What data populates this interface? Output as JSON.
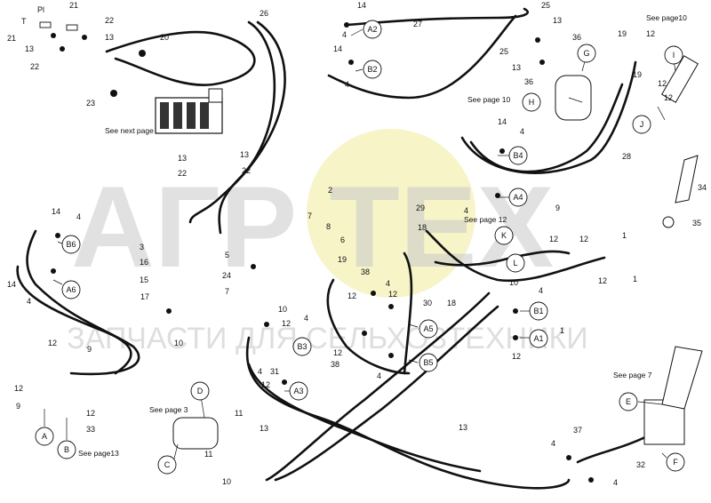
{
  "watermark": {
    "main": "АГР  ТЕХ",
    "sub": "ЗАПЧАСТИ ДЛЯ СЕЛЬХОЗТЕХНИКИ",
    "gear_color": "#f4f0b0"
  },
  "notes": {
    "page10_top": "See page10",
    "page10_mid": "See page 10",
    "next_page": "See next page",
    "page12": "See page 12",
    "page3": "See page 3",
    "page7": "See page 7",
    "page13": "See page13"
  },
  "ports": {
    "T": "T",
    "P": "Pl"
  },
  "circles": [
    "A2",
    "B2",
    "G",
    "H",
    "I",
    "J",
    "B4",
    "A4",
    "K",
    "L",
    "B6",
    "A6",
    "A5",
    "B5",
    "B3",
    "A3",
    "B1",
    "A1",
    "D",
    "C",
    "A",
    "B",
    "E",
    "F"
  ],
  "numbers": [
    "21",
    "13",
    "22",
    "21",
    "13",
    "22",
    "26",
    "20",
    "23",
    "14",
    "4",
    "14",
    "4",
    "27",
    "25",
    "13",
    "25",
    "13",
    "36",
    "36",
    "19",
    "12",
    "12",
    "19",
    "12",
    "14",
    "4",
    "13",
    "22",
    "13",
    "22",
    "2",
    "7",
    "8",
    "6",
    "28",
    "34",
    "35",
    "14",
    "4",
    "14",
    "4",
    "3",
    "16",
    "15",
    "17",
    "5",
    "24",
    "7",
    "4",
    "29",
    "9",
    "12",
    "12",
    "1",
    "1",
    "12",
    "18",
    "19",
    "38",
    "12",
    "4",
    "12",
    "30",
    "18",
    "10",
    "12",
    "4",
    "10",
    "4",
    "12",
    "38",
    "4",
    "1",
    "12",
    "12",
    "9",
    "12",
    "9",
    "12",
    "33",
    "10",
    "4",
    "12",
    "31",
    "13",
    "11",
    "13",
    "11",
    "10",
    "4",
    "37",
    "4",
    "32"
  ]
}
